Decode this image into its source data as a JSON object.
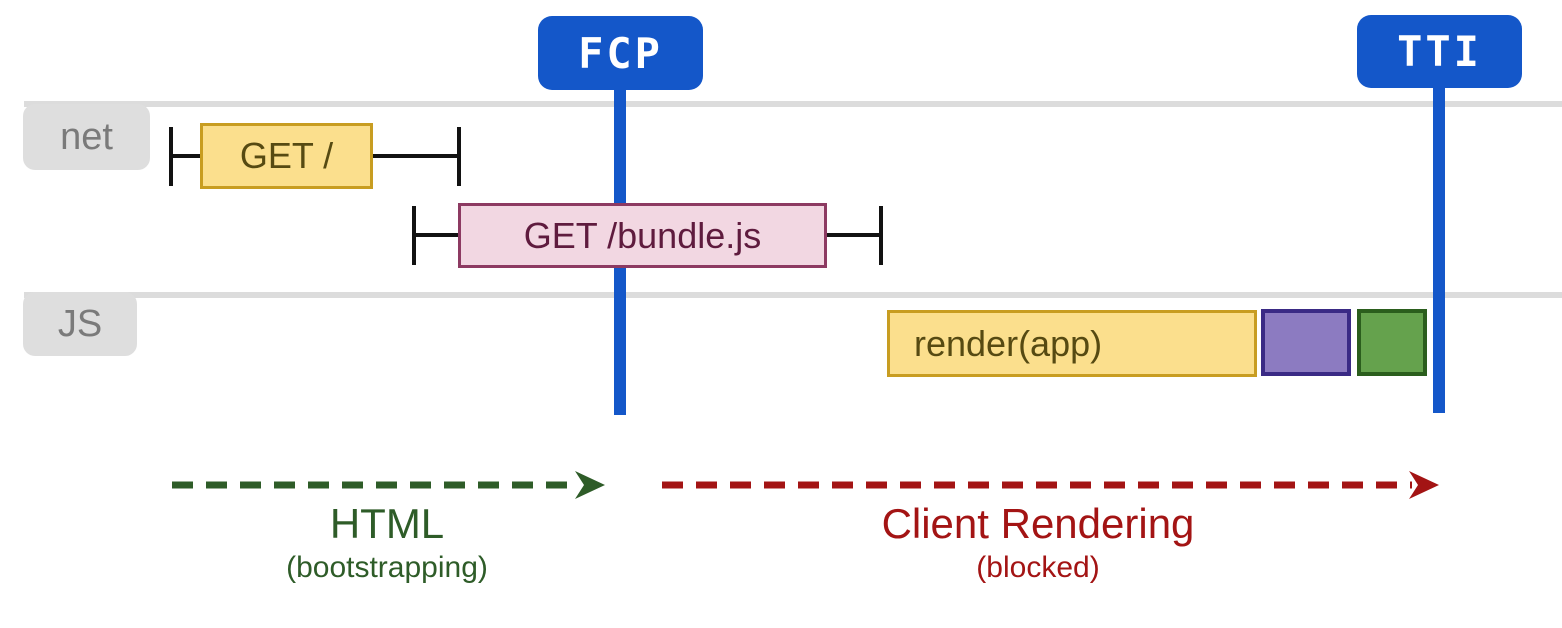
{
  "markers": {
    "fcp": {
      "label": "FCP",
      "color": "#1457c9"
    },
    "tti": {
      "label": "TTI",
      "color": "#1457c9"
    }
  },
  "lanes": {
    "net": {
      "label": "net"
    },
    "js": {
      "label": "JS"
    }
  },
  "network_requests": [
    {
      "label": "GET /",
      "fill": "#fbdf8d",
      "border": "#c89d21"
    },
    {
      "label": "GET /bundle.js",
      "fill": "#f2d7e2",
      "border": "#8d3a62"
    }
  ],
  "js_tasks": [
    {
      "label": "render(app)",
      "fill": "#fbdf8d",
      "border": "#c89d21"
    },
    {
      "label": "",
      "fill": "#8c7bc1",
      "border": "#3a2a85"
    },
    {
      "label": "",
      "fill": "#65a24d",
      "border": "#2b5e1d"
    }
  ],
  "phases": {
    "bootstrap": {
      "label": "HTML",
      "sublabel": "(bootstrapping)",
      "color": "#2e5c28"
    },
    "client_rendering": {
      "label": "Client Rendering",
      "sublabel": "(blocked)",
      "color": "#a31414"
    }
  }
}
